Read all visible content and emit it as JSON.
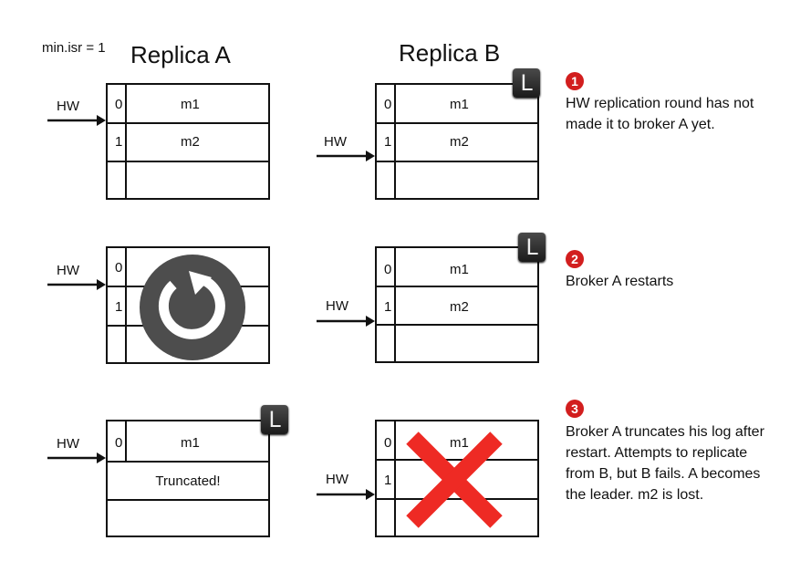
{
  "header": {
    "min_isr": "min.isr = 1",
    "replica_a": "Replica A",
    "replica_b": "Replica B"
  },
  "hw_label": "HW",
  "leader_label": "L",
  "steps": [
    {
      "number": "1",
      "note": "HW replication round has not made it to broker A yet.",
      "replica_a": {
        "rows": [
          {
            "offset": "0",
            "message": "m1"
          },
          {
            "offset": "1",
            "message": "m2"
          }
        ]
      },
      "replica_b": {
        "rows": [
          {
            "offset": "0",
            "message": "m1"
          },
          {
            "offset": "1",
            "message": "m2"
          }
        ]
      }
    },
    {
      "number": "2",
      "note": "Broker A restarts",
      "replica_a": {
        "rows": [
          {
            "offset": "0"
          },
          {
            "offset": "1"
          }
        ]
      },
      "replica_b": {
        "rows": [
          {
            "offset": "0",
            "message": "m1"
          },
          {
            "offset": "1",
            "message": "m2"
          }
        ]
      }
    },
    {
      "number": "3",
      "note": "Broker A truncates his log after restart. Attempts to replicate from B, but B fails. A becomes the leader. m2 is lost.",
      "replica_a": {
        "rows": [
          {
            "offset": "0",
            "message": "m1"
          }
        ],
        "truncated_label": "Truncated!"
      },
      "replica_b": {
        "rows": [
          {
            "offset": "0",
            "message": "m1"
          },
          {
            "offset": "1"
          }
        ]
      }
    }
  ],
  "icons": {
    "restart": "restart-icon",
    "failed": "red-x-icon",
    "leader": "leader-icon"
  },
  "colors": {
    "restart_circle": "#4d4d4d",
    "failure_x": "#ee2a24",
    "badge": "#d21e1e",
    "leader_badge": "#2a2a2a"
  }
}
